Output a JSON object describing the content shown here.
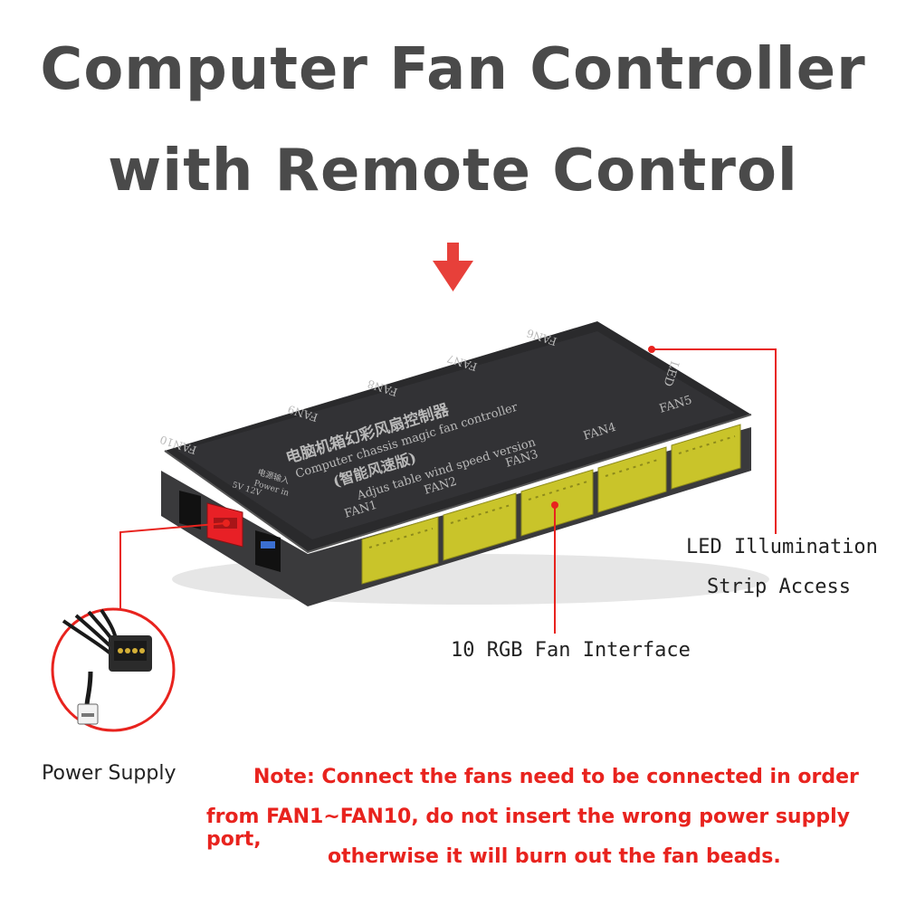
{
  "title": {
    "line1": "Computer Fan Controller",
    "line2": "with Remote Control"
  },
  "labels": {
    "led": [
      "LED Illumination",
      "Strip Access"
    ],
    "rgb": "10 RGB Fan Interface",
    "power": "Power Supply"
  },
  "note": [
    "Note: Connect the fans need to be connected in order",
    "from FAN1~FAN10, do not insert the wrong power supply port,",
    "otherwise it will burn out the fan beads."
  ],
  "device": {
    "ports_front": [
      "FAN1",
      "FAN2",
      "FAN3",
      "FAN4",
      "FAN5"
    ],
    "ports_back": [
      "FAN10",
      "FAN9",
      "FAN8",
      "FAN7",
      "FAN6"
    ],
    "led_port": "LED",
    "name_cn": "电脑机箱幻彩风扇控制器",
    "name_en": "Computer chassis magic fan controller",
    "version_cn": "(智能风速版)",
    "version_en": "Adjus table wind speed version",
    "power_cn": "电源输入",
    "power_en": "Power in",
    "volts": "5V 12V"
  },
  "colors": {
    "title": "#4a4a4a",
    "note": "#e8231e",
    "body": "#2d2d2f",
    "connector": "#c9c42a",
    "power_connector": "#e82026"
  }
}
